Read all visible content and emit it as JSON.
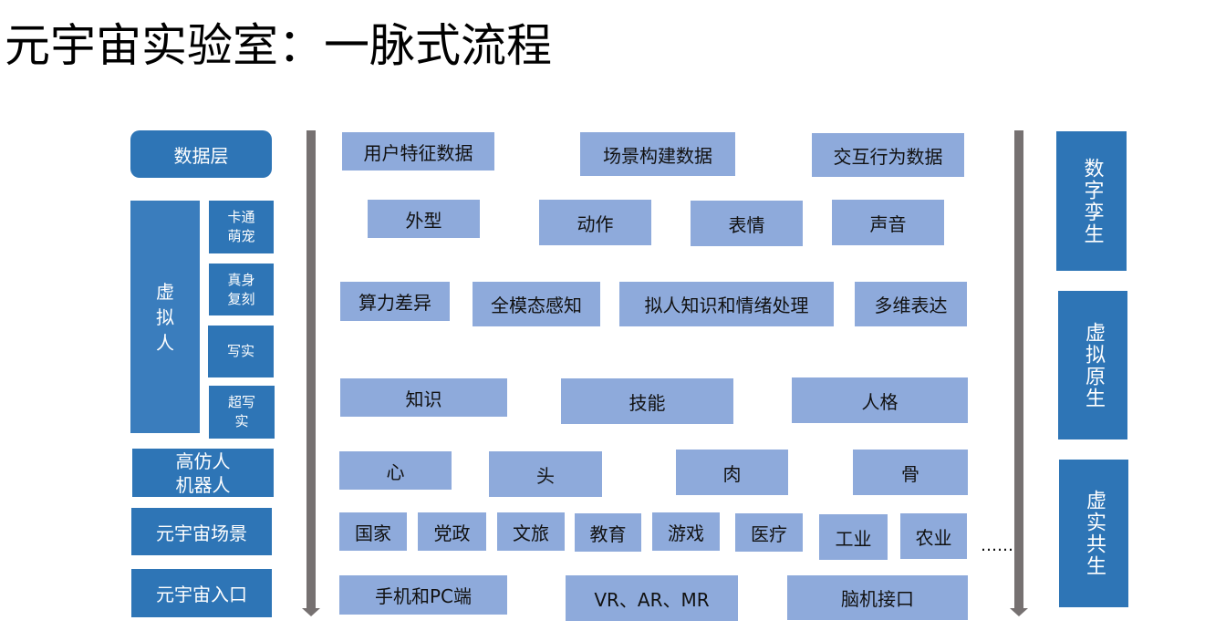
{
  "title": "元宇宙实验室：一脉式流程",
  "left": {
    "data_layer": "数据层",
    "virtual_human": "虚拟人",
    "sub": [
      "卡通萌宠",
      "真身复刻",
      "写实",
      "超写实"
    ],
    "robot": "高仿人机器人",
    "scene": "元宇宙场景",
    "entry": "元宇宙入口"
  },
  "rows": {
    "r1": [
      "用户特征数据",
      "场景构建数据",
      "交互行为数据"
    ],
    "r2": [
      "外型",
      "动作",
      "表情",
      "声音"
    ],
    "r3": [
      "算力差异",
      "全模态感知",
      "拟人知识和情绪处理",
      "多维表达"
    ],
    "r4": [
      "知识",
      "技能",
      "人格"
    ],
    "r5": [
      "心",
      "头",
      "肉",
      "骨"
    ],
    "r6": [
      "国家",
      "党政",
      "文旅",
      "教育",
      "游戏",
      "医疗",
      "工业",
      "农业"
    ],
    "r6_more": "……",
    "r7": [
      "手机和PC端",
      "VR、AR、MR",
      "脑机接口"
    ]
  },
  "right": [
    "数字孪生",
    "虚拟原生",
    "虚实共生"
  ],
  "colors": {
    "dark_blue": "#2e75b6",
    "light_blue": "#8eaadb",
    "arrow": "#767171"
  }
}
